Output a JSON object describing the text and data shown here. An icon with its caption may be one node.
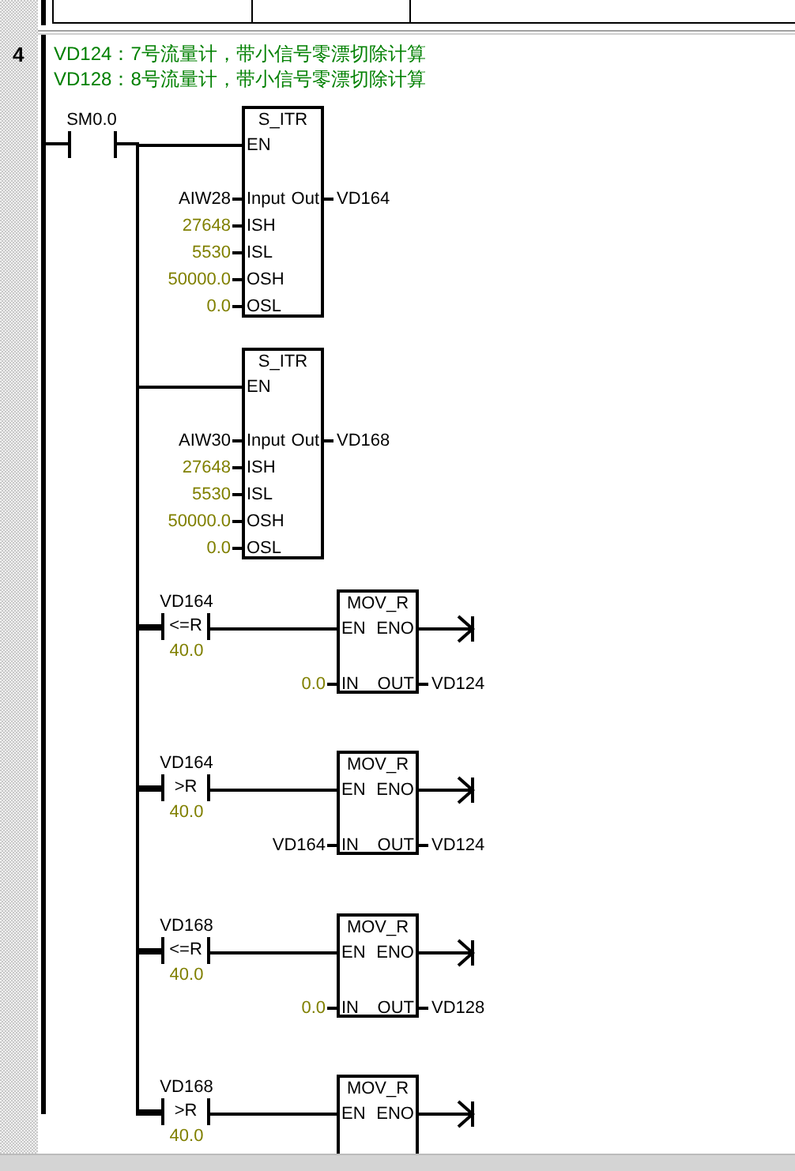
{
  "diagram": {
    "nodes": [
      {
        "text": [],
        "shape": "bar"
      },
      {
        "text": [
          "SM0.0"
        ]
      },
      {
        "text": [
          "S_ITR",
          "EN",
          "Input",
          "Out",
          "ISH",
          "ISL",
          "OSH",
          "OSL"
        ],
        "beside": [
          "AIW28",
          "27648",
          "5530",
          "50000.0",
          "0.0",
          "VD164"
        ]
      },
      {
        "text": [
          "S_ITR",
          "EN",
          "Input",
          "Out",
          "ISH",
          "ISL",
          "OSH",
          "OSL"
        ],
        "beside": [
          "AIW30",
          "27648",
          "5530",
          "50000.0",
          "0.0",
          "VD168"
        ]
      },
      {
        "text": [
          "VD164",
          "<=R",
          "40.0"
        ]
      },
      {
        "text": [
          "MOV_R",
          "EN",
          "ENO",
          "IN",
          "OUT"
        ],
        "beside": [
          "0.0",
          "VD124"
        ]
      },
      {
        "text": [
          "VD164",
          ">R",
          "40.0"
        ]
      },
      {
        "text": [
          "MOV_R",
          "EN",
          "ENO",
          "IN",
          "OUT"
        ],
        "beside": [
          "VD164",
          "VD124"
        ]
      },
      {
        "text": [
          "VD168",
          "<=R",
          "40.0"
        ]
      },
      {
        "text": [
          "MOV_R",
          "EN",
          "ENO",
          "IN",
          "OUT"
        ],
        "beside": [
          "0.0",
          "VD128"
        ]
      },
      {
        "text": [
          "VD168",
          ">R",
          "40.0"
        ]
      },
      {
        "text": [
          "MOV_R",
          "EN",
          "ENO"
        ]
      }
    ],
    "edges": [
      {
        "from": 0,
        "to": 1,
        "arrow": "none"
      },
      {
        "from": 1,
        "to": 2,
        "arrow": "none"
      },
      {
        "from": 1,
        "to": 3,
        "arrow": "none"
      },
      {
        "from": 1,
        "to": 4,
        "arrow": "none"
      },
      {
        "from": 1,
        "to": 6,
        "arrow": "none"
      },
      {
        "from": 1,
        "to": 8,
        "arrow": "none"
      },
      {
        "from": 1,
        "to": 10,
        "arrow": "none"
      },
      {
        "from": 4,
        "to": 5,
        "arrow": "none"
      },
      {
        "from": 6,
        "to": 7,
        "arrow": "none"
      },
      {
        "from": 8,
        "to": 9,
        "arrow": "none"
      },
      {
        "from": 10,
        "to": 11,
        "arrow": "none"
      },
      {
        "from": 5,
        "to": null,
        "arrow": "to"
      },
      {
        "from": 7,
        "to": null,
        "arrow": "to"
      },
      {
        "from": 9,
        "to": null,
        "arrow": "to"
      },
      {
        "from": 11,
        "to": null,
        "arrow": "to"
      }
    ],
    "labels": [
      "4",
      "VD124：7号流量计，带小信号零漂切除计算",
      "VD128：8号流量计，带小信号零漂切除计算"
    ]
  }
}
